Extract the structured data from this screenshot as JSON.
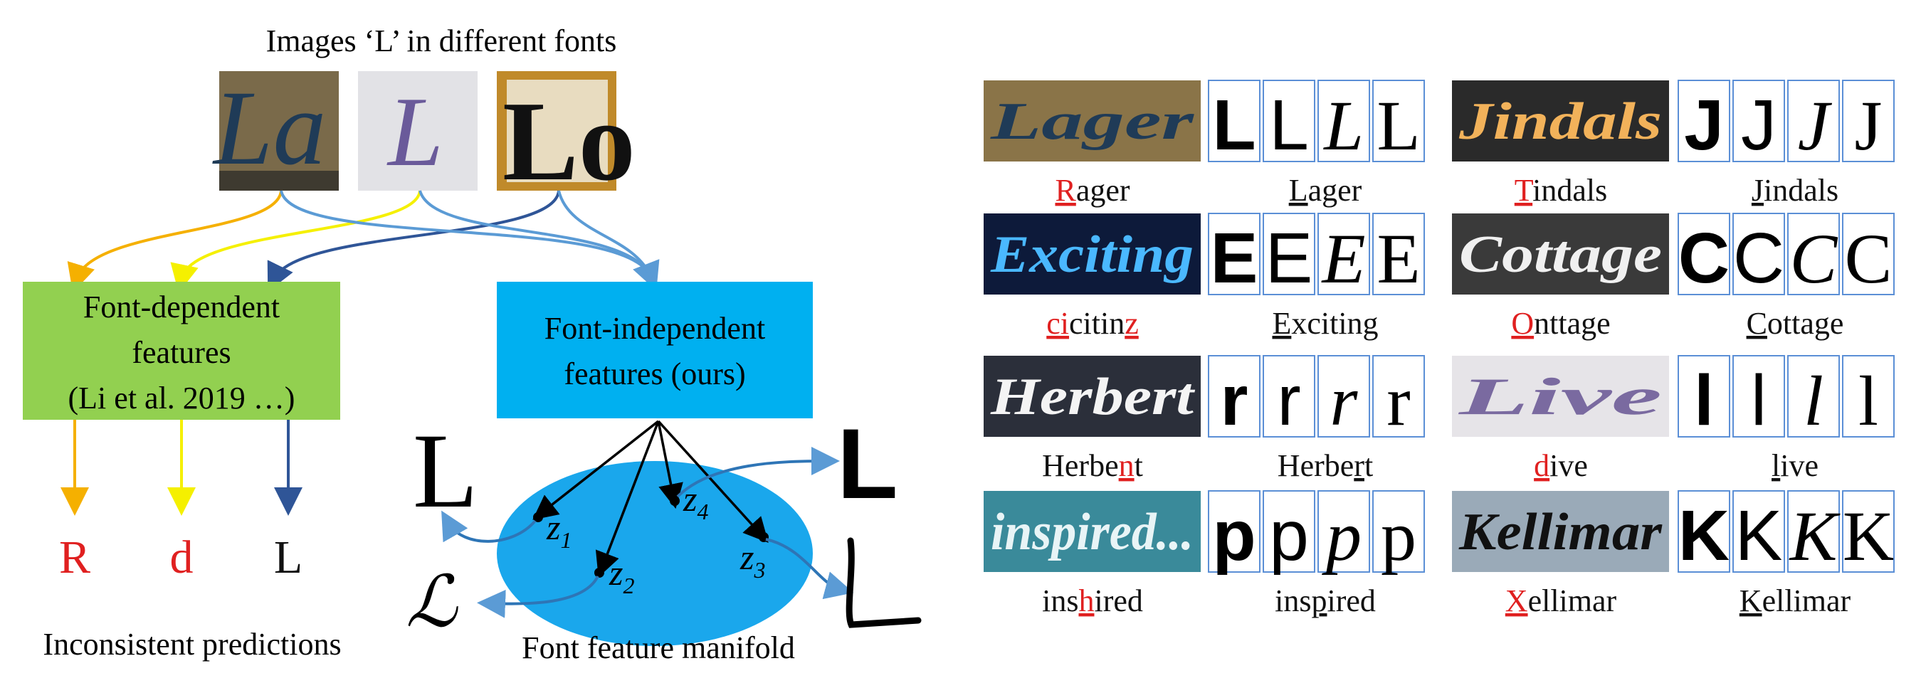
{
  "left_panel": {
    "top_caption": "Images ‘L’ in different fonts",
    "sample_images": [
      {
        "name": "script-L-photo",
        "glyph": "La"
      },
      {
        "name": "handwritten-L",
        "glyph": "L"
      },
      {
        "name": "bold-Lo-sign",
        "glyph": "Lo"
      }
    ],
    "green_box": {
      "line1": "Font-dependent",
      "line2": "features",
      "line3": "(Li et al. 2019 …)"
    },
    "blue_box": {
      "line1": "Font-independent",
      "line2": "features (ours)"
    },
    "predictions": [
      "R",
      "d",
      "L"
    ],
    "bottom_caption": "Inconsistent predictions",
    "manifold_caption": "Font feature manifold",
    "manifold_points": [
      "z",
      "z",
      "z",
      "z"
    ],
    "manifold_subscripts": [
      "1",
      "2",
      "3",
      "4"
    ]
  },
  "right_panel": {
    "rows": [
      [
        {
          "image_text": "Lager",
          "glyphs": [
            "L",
            "L",
            "L",
            "L"
          ],
          "pred": {
            "pre": "",
            "hl": "R",
            "post": "ager"
          },
          "gt": {
            "pre": "",
            "ul": "L",
            "post": "ager"
          }
        },
        {
          "image_text": "Jindals",
          "glyphs": [
            "J",
            "J",
            "J",
            "J"
          ],
          "pred": {
            "pre": "",
            "hl": "T",
            "post": "indals"
          },
          "gt": {
            "pre": "",
            "ul": "J",
            "post": "indals"
          }
        }
      ],
      [
        {
          "image_text": "Exciting",
          "glyphs": [
            "E",
            "E",
            "E",
            "E"
          ],
          "pred": {
            "pre": "",
            "hl": "ci",
            "post": "citin",
            "hl2": "z"
          },
          "gt": {
            "pre": "",
            "ul": "E",
            "post": "xciting"
          }
        },
        {
          "image_text": "Cottage",
          "glyphs": [
            "C",
            "C",
            "C",
            "C"
          ],
          "pred": {
            "pre": "",
            "hl": "O",
            "post": "nttage"
          },
          "gt": {
            "pre": "",
            "ul": "C",
            "post": "ottage"
          }
        }
      ],
      [
        {
          "image_text": "Herbert",
          "glyphs": [
            "r",
            "r",
            "r",
            "r"
          ],
          "pred": {
            "pre": "Herbe",
            "hl": "n",
            "post": "t"
          },
          "gt": {
            "pre": "Herbe",
            "ul": "r",
            "post": "t"
          }
        },
        {
          "image_text": "Live",
          "glyphs": [
            "l",
            "l",
            "l",
            "l"
          ],
          "pred": {
            "pre": "",
            "hl": "d",
            "post": "ive"
          },
          "gt": {
            "pre": "",
            "ul": "l",
            "post": "ive"
          }
        }
      ],
      [
        {
          "image_text": "inspired...",
          "glyphs": [
            "p",
            "p",
            "p",
            "p"
          ],
          "pred": {
            "pre": "ins",
            "hl": "h",
            "post": "ired"
          },
          "gt": {
            "pre": "ins",
            "ul": "p",
            "post": "ired"
          }
        },
        {
          "image_text": "Kellimar",
          "glyphs": [
            "K",
            "K",
            "K",
            "K"
          ],
          "pred": {
            "pre": "",
            "hl": "X",
            "post": "ellimar"
          },
          "gt": {
            "pre": "",
            "ul": "K",
            "post": "ellimar"
          }
        }
      ]
    ]
  },
  "colors": {
    "green_box": "#92d050",
    "blue_box": "#00b0f0",
    "manifold": "#1aa7ec",
    "orange_arrow": "#f5b000",
    "yellow_arrow": "#f5f000",
    "navy_arrow": "#2f5597",
    "light_blue_arrow": "#5b9bd5",
    "error_red": "#e02020"
  }
}
